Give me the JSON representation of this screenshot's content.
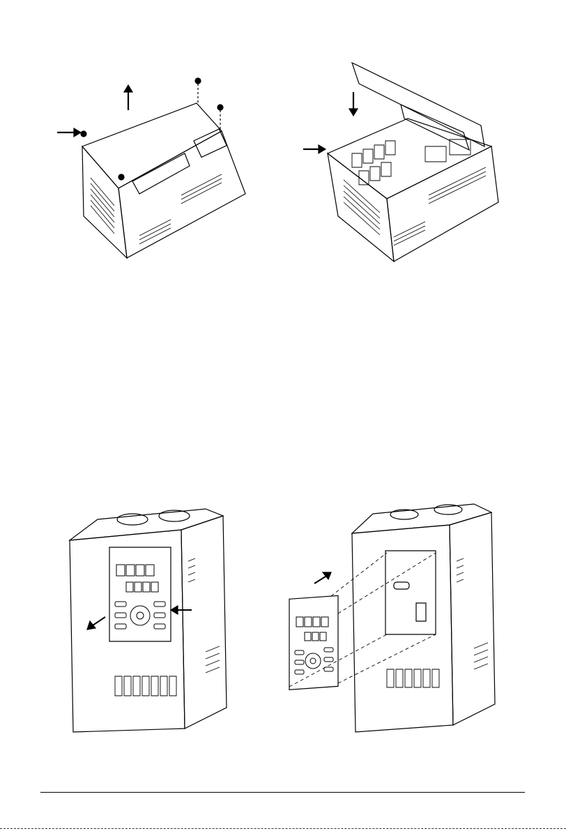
{
  "figures": [
    {
      "id": "cover-removal",
      "items": [
        "screws",
        "lift-arrow",
        "housing"
      ]
    },
    {
      "id": "cover-open",
      "items": [
        "hinged-cover",
        "push-arrow",
        "terminals"
      ]
    },
    {
      "id": "keypad-attached",
      "items": [
        "keypad",
        "release-arrows"
      ]
    },
    {
      "id": "keypad-removed",
      "items": [
        "keypad",
        "insert-arrow",
        "dashed-guides"
      ]
    }
  ],
  "colors": {
    "line": "#000000",
    "paper": "#ffffff"
  }
}
